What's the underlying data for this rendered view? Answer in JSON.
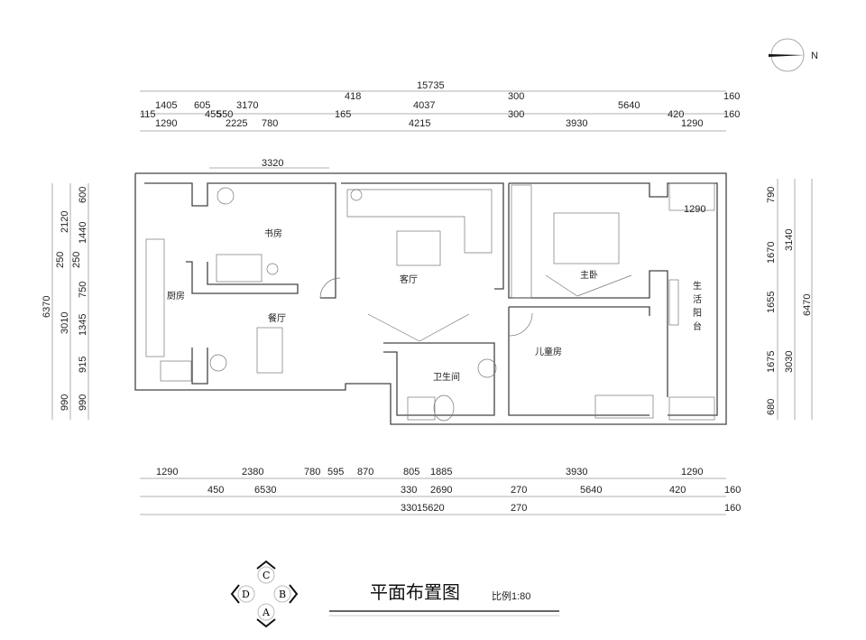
{
  "rooms": {
    "study": "书房",
    "kitchen": "厨房",
    "dining": "餐厅",
    "living": "客厅",
    "master_bedroom": "主卧",
    "kids_room": "儿童房",
    "bathroom": "卫生间",
    "balcony": [
      "生",
      "活",
      "阳",
      "台"
    ]
  },
  "inner_dims": {
    "study_width": "3320",
    "balcony_width": "1290"
  },
  "top_dims": {
    "row1": [
      "15735"
    ],
    "row2": [
      "1405",
      "605",
      "3170",
      "418",
      "4037",
      "300",
      "5640",
      "160"
    ],
    "row3": [
      "115",
      "1290",
      "455",
      "550",
      "2225",
      "780",
      "165",
      "4215",
      "300",
      "3930",
      "420",
      "1290",
      "160"
    ]
  },
  "bottom_dims": {
    "row1": [
      "1290",
      "2380",
      "780",
      "595",
      "870",
      "805",
      "1885",
      "3930",
      "1290"
    ],
    "row2": [
      "450",
      "6530",
      "330",
      "2690",
      "270",
      "5640",
      "420",
      "160"
    ],
    "row3": [
      "330",
      "15620",
      "270",
      "160"
    ]
  },
  "left_dims": {
    "col1": [
      "6370"
    ],
    "col2": [
      "2120",
      "250",
      "3010",
      "990"
    ],
    "col3": [
      "600",
      "1440",
      "250",
      "750",
      "1345",
      "915",
      "990"
    ]
  },
  "right_dims": {
    "col1": [
      "790",
      "1670",
      "1655",
      "1675",
      "680"
    ],
    "col2": [
      "3140",
      "3030"
    ],
    "col3": [
      "6470"
    ]
  },
  "compass": {
    "north": "N"
  },
  "index_marks": [
    "C",
    "B",
    "A",
    "D"
  ],
  "title": "平面布置图",
  "scale": "比例1:80"
}
